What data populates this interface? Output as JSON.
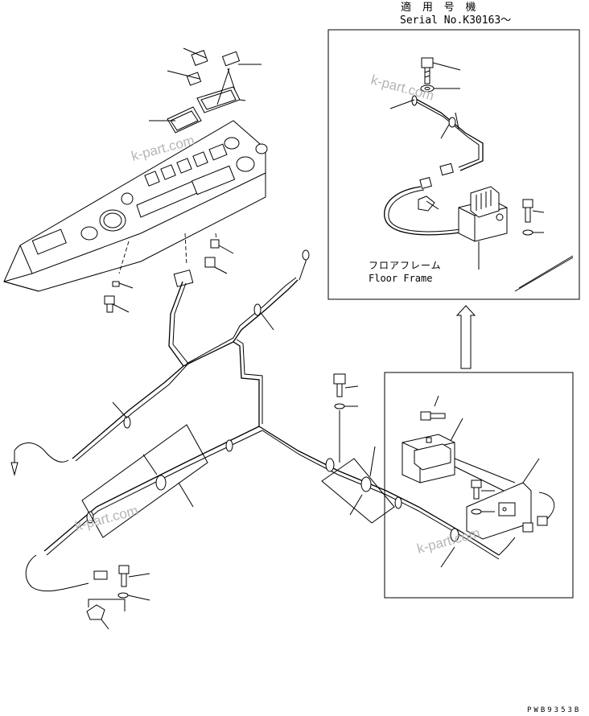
{
  "header": {
    "jp": "適 用 号 機",
    "serial": "Serial No.K30163～"
  },
  "floor_frame": {
    "jp": "フロアフレーム",
    "en": "Floor Frame"
  },
  "watermark": "k-part.com",
  "figure_code": "PWB9353B"
}
